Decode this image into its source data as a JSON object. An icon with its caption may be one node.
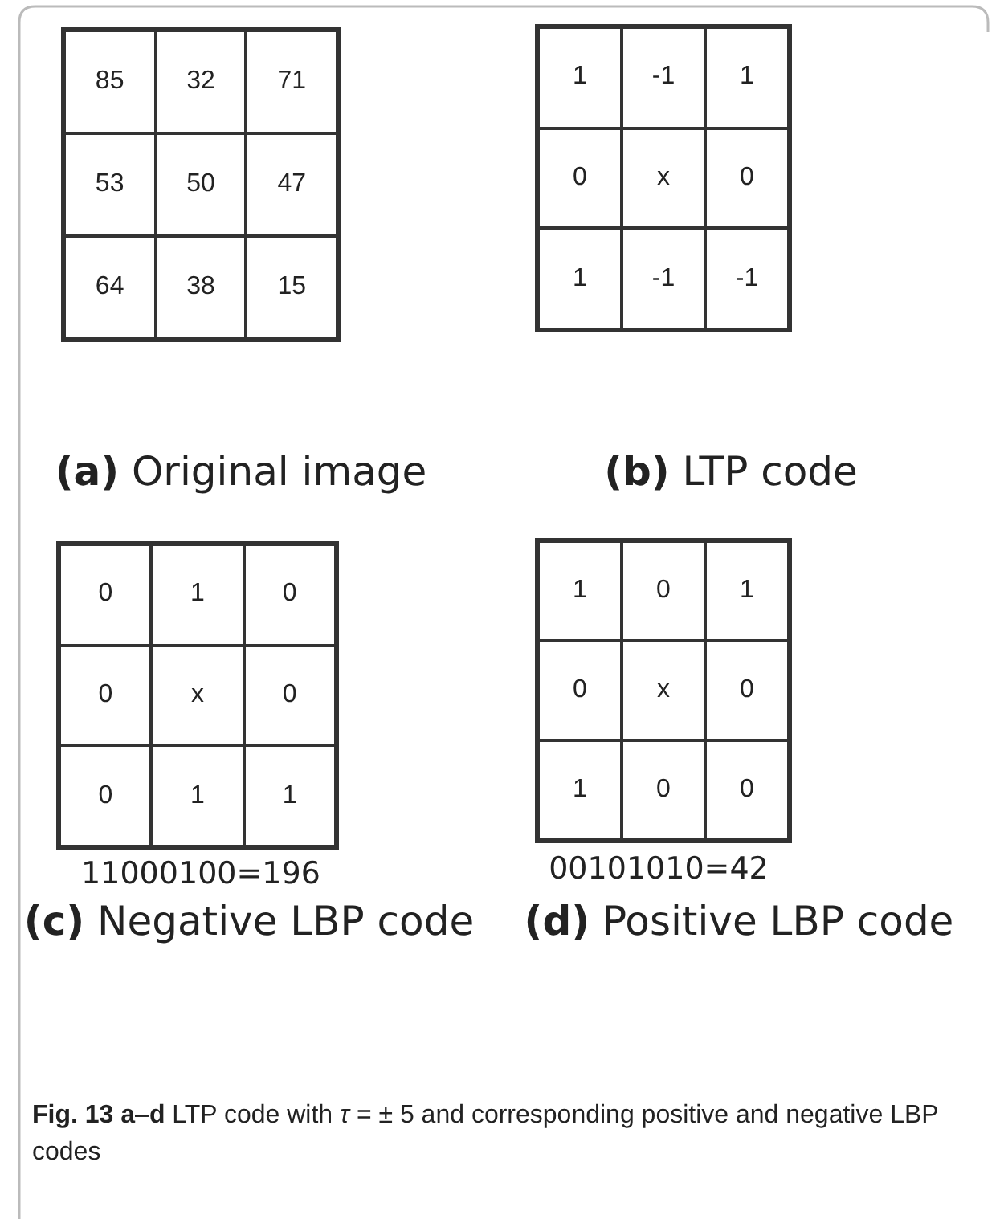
{
  "diagram": {
    "caption": "**Fig. 13 a**–**d** LTP code with *τ* = ± 5 and corresponding positive and negative LBP codes",
    "labels": [
      "85",
      "32",
      "71",
      "53",
      "50",
      "47",
      "64",
      "38",
      "15",
      "1",
      "-1",
      "1",
      "0",
      "x",
      "0",
      "1",
      "-1",
      "-1",
      "**(a)** Original image",
      "**(b)** LTP code",
      "0",
      "1",
      "0",
      "0",
      "x",
      "0",
      "0",
      "1",
      "1",
      "1",
      "0",
      "1",
      "0",
      "x",
      "0",
      "1",
      "0",
      "0",
      "11000100=196",
      "00101010=42",
      "**(c)** Negative LBP code",
      "**(d)** Positive LBP code"
    ]
  }
}
